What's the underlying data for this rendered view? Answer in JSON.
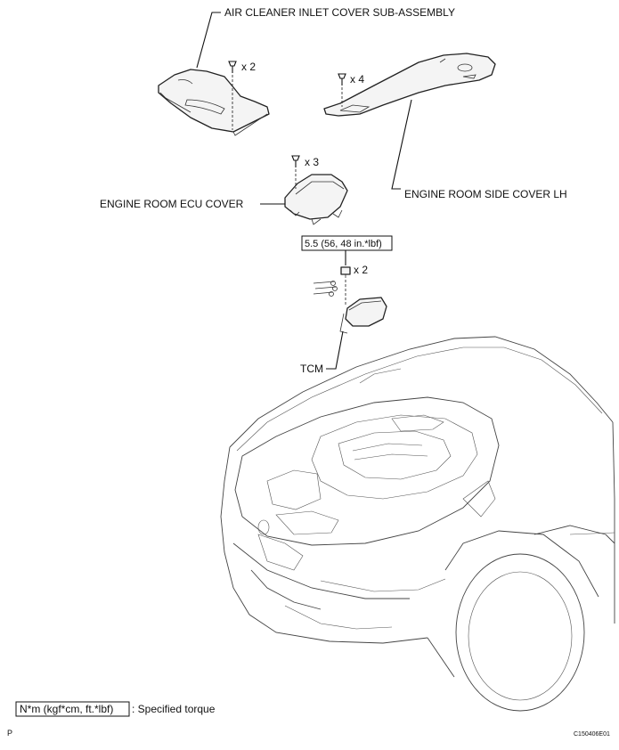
{
  "labels": {
    "air_cleaner_cover": "AIR CLEANER INLET COVER SUB-ASSEMBLY",
    "side_cover_lh": "ENGINE ROOM SIDE COVER LH",
    "ecu_cover": "ENGINE ROOM ECU COVER",
    "tcm": "TCM"
  },
  "quantities": {
    "air_cleaner_bolts": "x 2",
    "side_cover_bolts": "x 4",
    "ecu_cover_bolts": "x 3",
    "tcm_nuts": "x 2"
  },
  "torque": {
    "tcm_nut_value": "5.5 (56, 48 in.*lbf)"
  },
  "legend": {
    "unit_box": "N*m (kgf*cm, ft.*lbf)",
    "description": ": Specified torque"
  },
  "footer": {
    "left_mark": "P",
    "figure_code": "C150406E01"
  }
}
